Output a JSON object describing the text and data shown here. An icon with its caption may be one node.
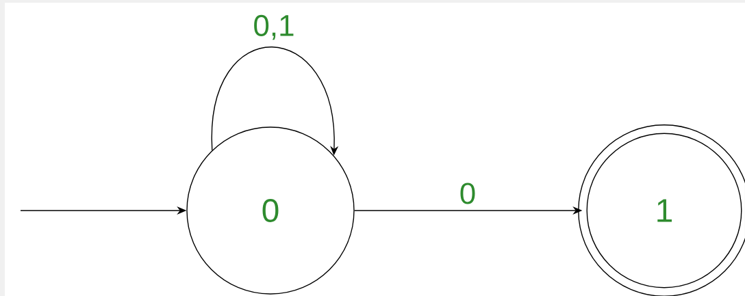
{
  "diagram": {
    "nodes": [
      {
        "text": [
          "0"
        ]
      },
      {
        "text": [
          "1"
        ]
      }
    ],
    "edges": [
      {
        "from": null,
        "to": 0,
        "arrow": "to"
      },
      {
        "from": 0,
        "to": 0,
        "label": "0,1",
        "arrow": "to"
      },
      {
        "from": 0,
        "to": 1,
        "label": "0",
        "arrow": "to"
      }
    ]
  }
}
